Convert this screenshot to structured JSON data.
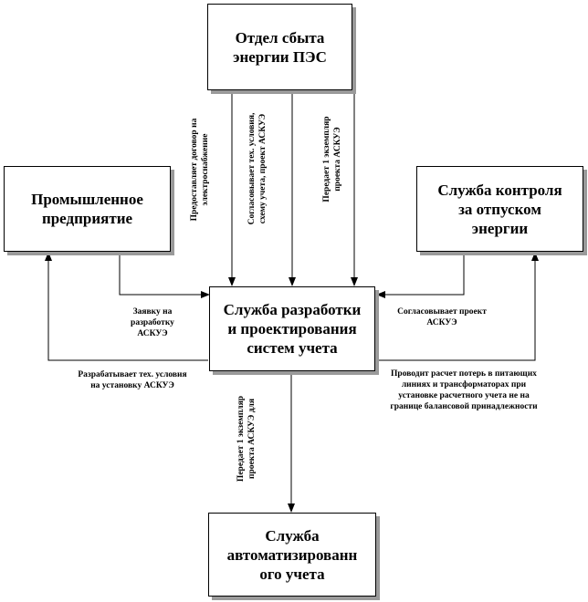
{
  "boxes": {
    "sales_dept": "Отдел сбыта энергии ПЭС",
    "enterprise": "Промышленное предприятие",
    "control": "Служба контроля за отпуском энергии",
    "design": "Служба разработки и проектирования систем учета",
    "automation": "Служба автоматизированн ого учета"
  },
  "labels": {
    "contract": "Предоставляет договор на электроснабжение",
    "agrees_specs": "Согласовывает тех. условия, схему учета, проект АСКУЭ",
    "transfers_copy_top": "Передает 1 экземпляр проекта АСКУЭ",
    "request": "Заявку на разработку АСКУЭ",
    "agrees_project": "Согласовывает проект АСКУЭ",
    "develops_specs": "Разрабатывает тех. условия на установку АСКУЭ",
    "loss_calc": "Проводит расчет потерь в питающих линиях и трансформаторах при установке расчетного учета не на границе балансовой принадлежности",
    "transfers_copy_bottom": "Передает 1 экземпляр проекта АСКУЭ для"
  }
}
